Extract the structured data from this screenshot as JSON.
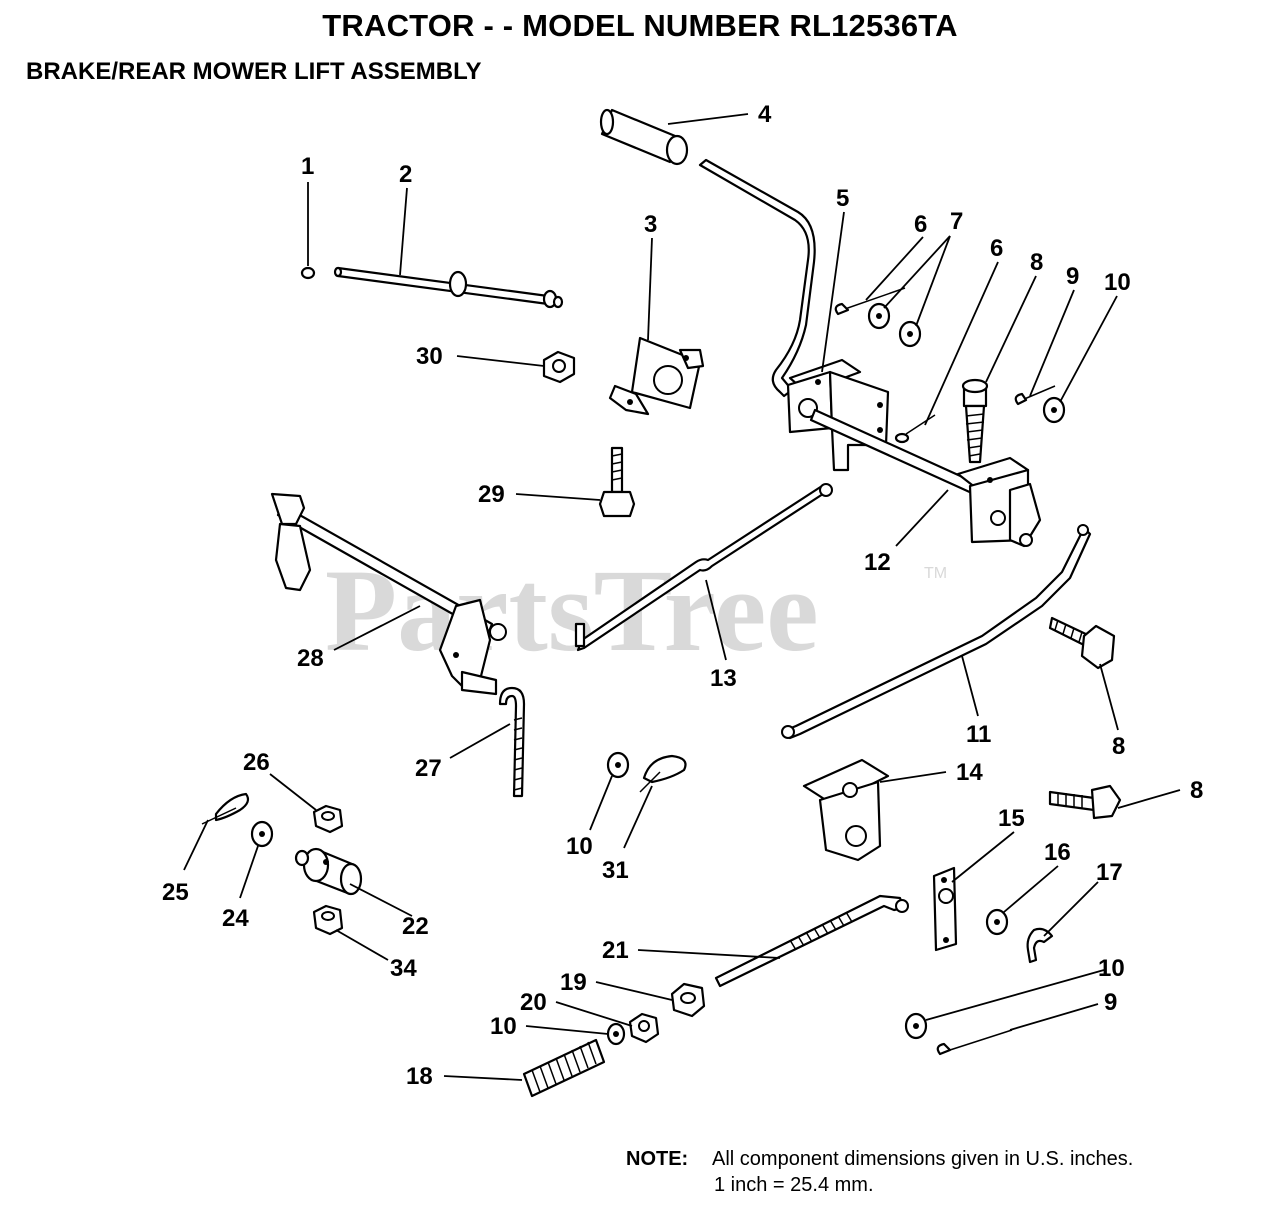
{
  "header": {
    "title": "TRACTOR - - MODEL NUMBER RL12536TA",
    "subtitle": "BRAKE/REAR MOWER LIFT ASSEMBLY"
  },
  "watermark": {
    "text": "PartsTree",
    "tm": "TM",
    "color": "#d9d9d9"
  },
  "callouts": [
    "1",
    "2",
    "3",
    "4",
    "5",
    "6",
    "7",
    "6",
    "8",
    "9",
    "10",
    "30",
    "29",
    "12",
    "28",
    "13",
    "11",
    "8",
    "27",
    "10",
    "31",
    "14",
    "8",
    "26",
    "25",
    "24",
    "22",
    "34",
    "15",
    "16",
    "17",
    "21",
    "19",
    "20",
    "10",
    "18",
    "10",
    "9"
  ],
  "note": {
    "label": "NOTE:",
    "line1": "All component dimensions given in U.S. inches.",
    "line2": "1 inch = 25.4 mm."
  }
}
